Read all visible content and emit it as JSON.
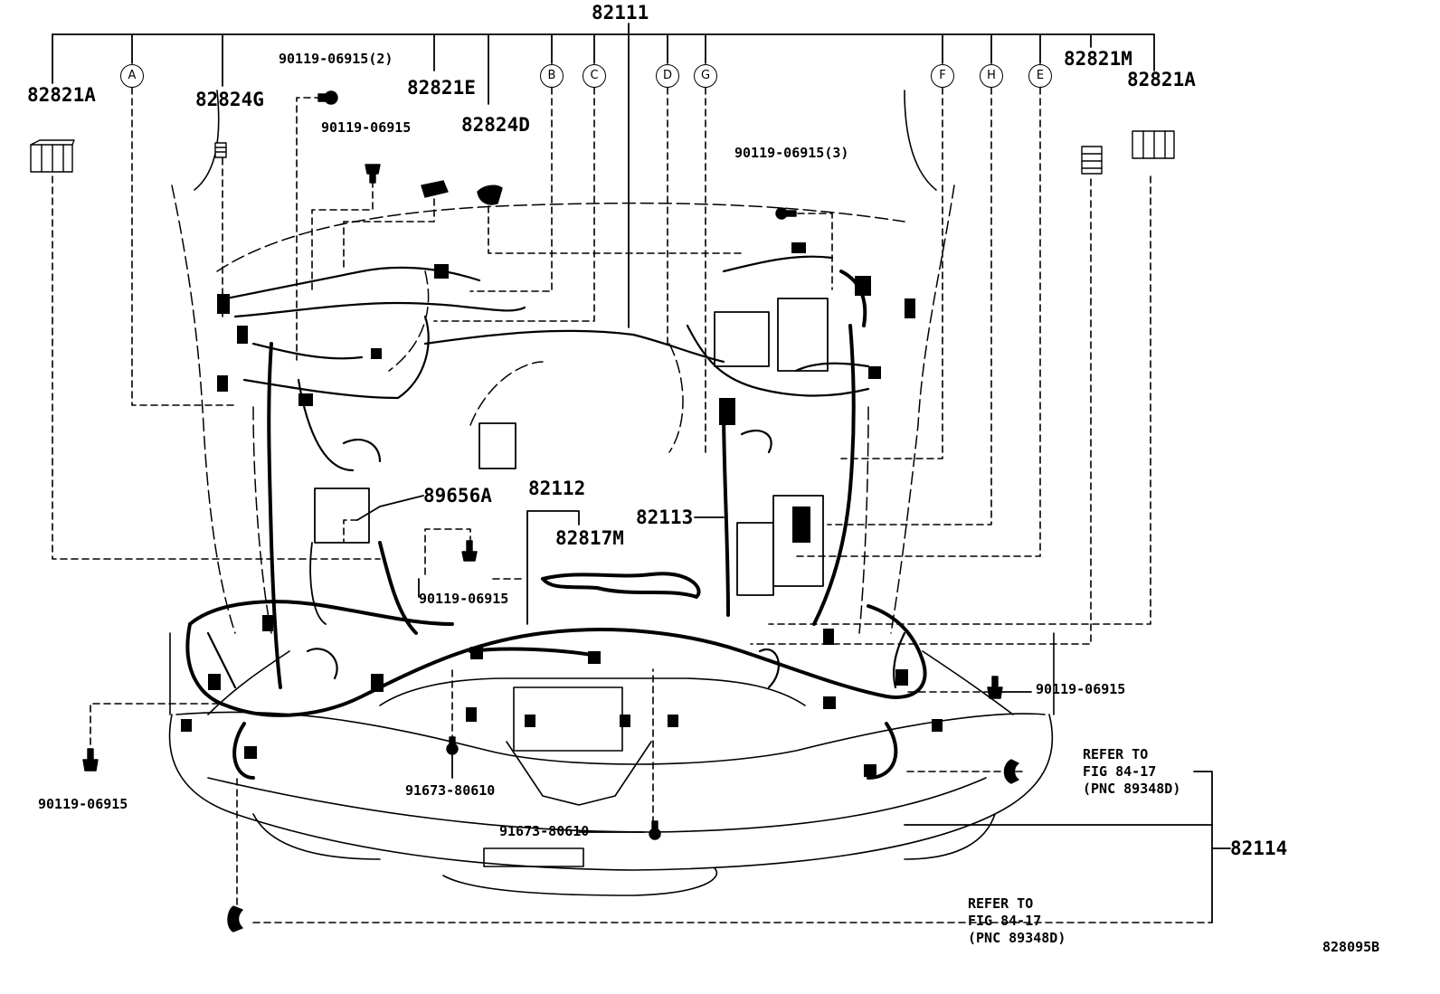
{
  "labels": {
    "top": "82111",
    "a82821a_left": "82821A",
    "a82824g": "82824G",
    "bolt_2": "90119-06915(2)",
    "a82821e": "82821E",
    "bolt_1": "90119-06915",
    "a82824d": "82824D",
    "bolt_3": "90119-06915(3)",
    "a82821m": "82821M",
    "a82821a_right": "82821A",
    "a89656a": "89656A",
    "a82112": "82112",
    "a82113": "82113",
    "a82817m": "82817M",
    "bolt_mid": "90119-06915",
    "bolt_right": "90119-06915",
    "bolt_left": "90119-06915",
    "clip_1": "91673-80610",
    "clip_2": "91673-80610",
    "a82114": "82114",
    "drawing_no": "828095B"
  },
  "refs": [
    {
      "line1": "REFER TO",
      "line2": "FIG 84-17",
      "line3": "(PNC 89348D)"
    },
    {
      "line1": "REFER TO",
      "line2": "FIG 84-17",
      "line3": "(PNC 89348D)"
    }
  ],
  "callouts": [
    "A",
    "B",
    "C",
    "D",
    "G",
    "F",
    "H",
    "E"
  ]
}
